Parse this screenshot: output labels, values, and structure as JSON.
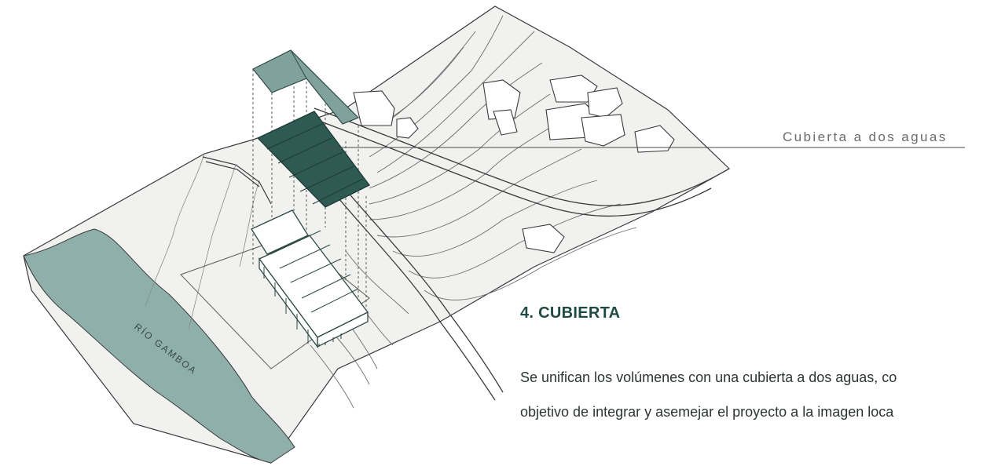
{
  "labels": {
    "river": "RÍO GAMBOA",
    "callout": "Cubierta a dos aguas"
  },
  "section": {
    "title": "4. CUBIERTA",
    "body_lines": [
      "Se unifican los volúmenes con una cubierta a dos aguas, co",
      "objetivo de integrar y asemejar el proyecto a la imagen loca"
    ]
  },
  "colors": {
    "roof_dark": "#2e5a53",
    "roof_light": "#7fa39c",
    "river": "#8fb0aa",
    "terrain": "#f1f1ef",
    "lines": "#3a3a3a"
  }
}
